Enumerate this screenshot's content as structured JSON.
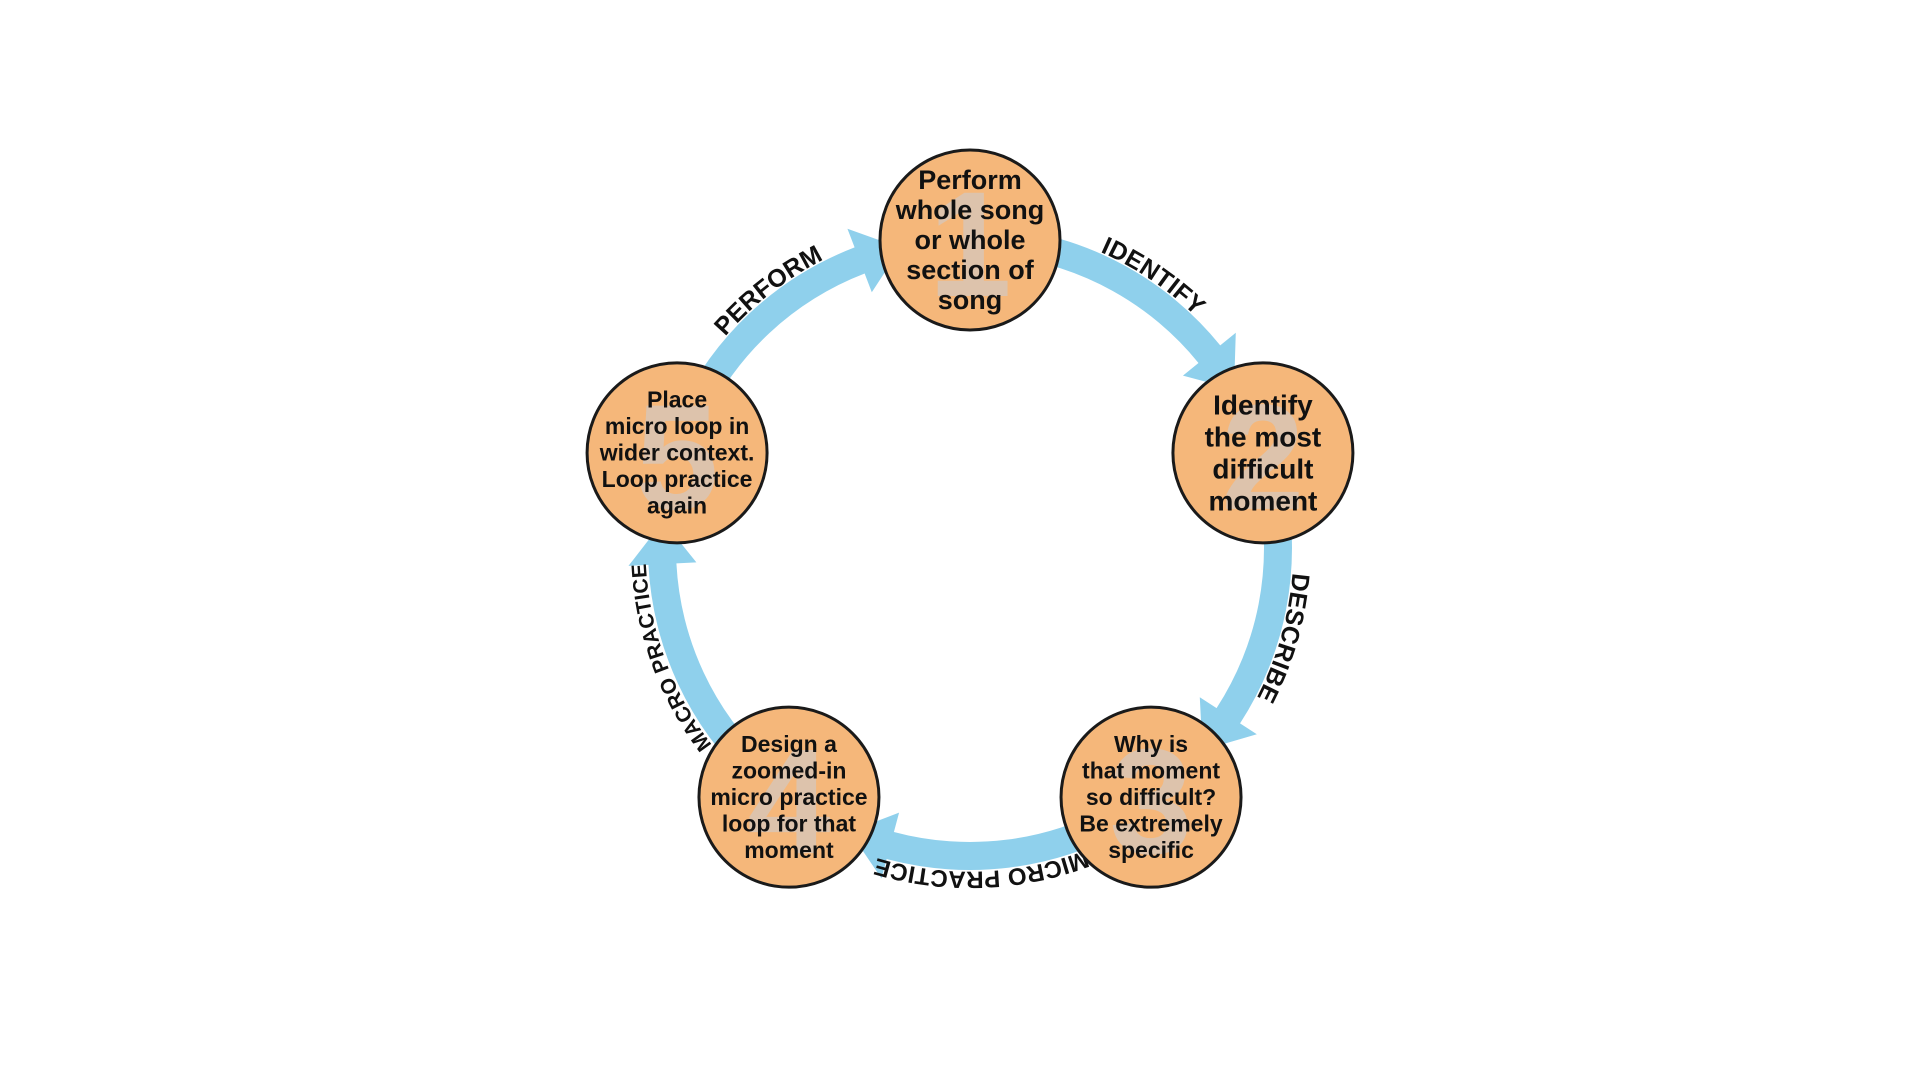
{
  "colors": {
    "background": "#ffffff",
    "node_fill": "#f5b77a",
    "node_stroke": "#1a1a1a",
    "arrow_fill": "#8fd0ec",
    "text": "#111111",
    "step_number": "#c9cdd6"
  },
  "cycle": {
    "steps": [
      {
        "number": "1",
        "lines": [
          "Perform",
          "whole song",
          "or whole",
          "section of",
          "song"
        ]
      },
      {
        "number": "2",
        "lines": [
          "Identify",
          "the most",
          "difficult",
          "moment"
        ]
      },
      {
        "number": "3",
        "lines": [
          "Why is",
          "that moment",
          "so difficult?",
          "Be extremely",
          "specific"
        ]
      },
      {
        "number": "4",
        "lines": [
          "Design a",
          "zoomed-in",
          "micro practice",
          "loop for that",
          "moment"
        ]
      },
      {
        "number": "5",
        "lines": [
          "Place",
          "micro loop in",
          "wider context.",
          "Loop practice",
          "again"
        ]
      }
    ],
    "arrows": [
      {
        "label": "IDENTIFY"
      },
      {
        "label": "DESCRIBE"
      },
      {
        "label": "MICRO PRACTICE"
      },
      {
        "label": "MACRO PRACTICE"
      },
      {
        "label": "PERFORM"
      }
    ]
  }
}
